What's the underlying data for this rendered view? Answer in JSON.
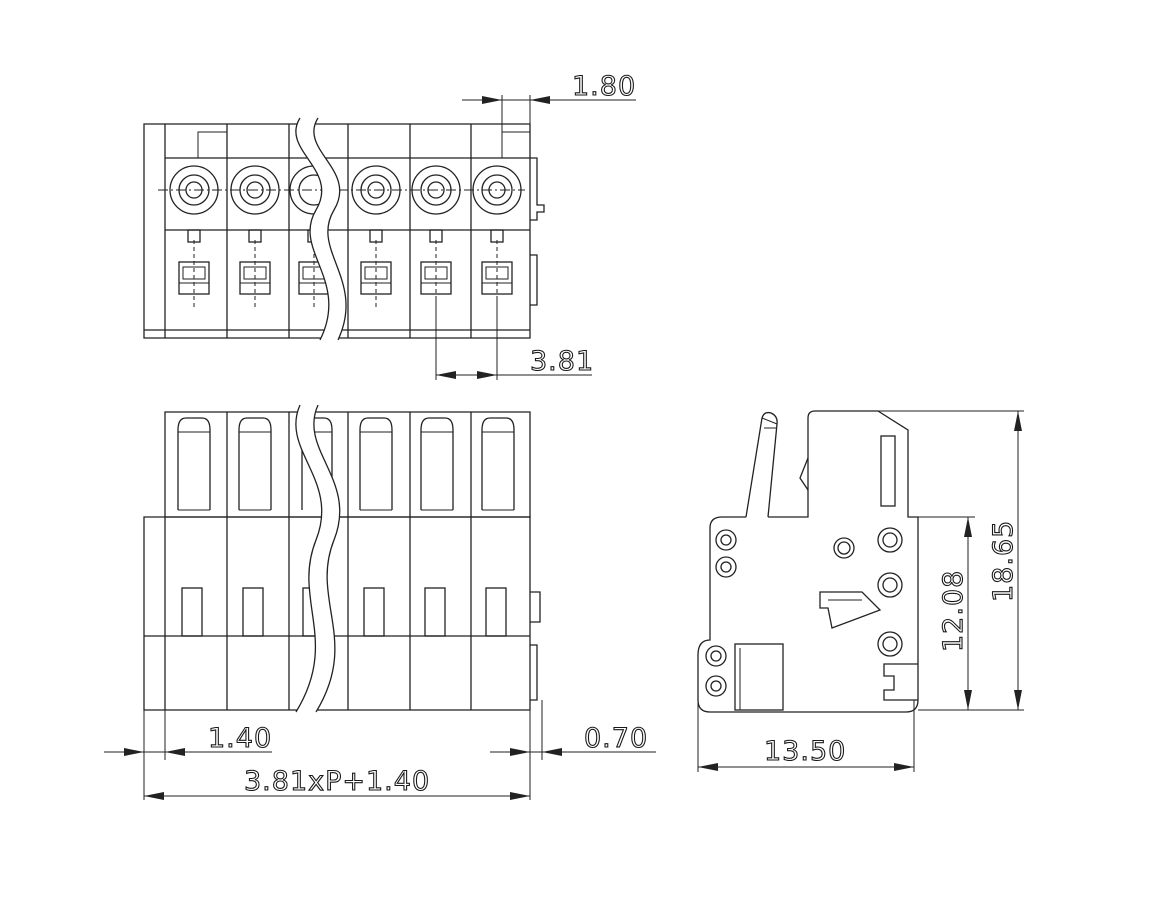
{
  "drawing": {
    "dimensions": {
      "top_offset": "1.80",
      "pitch": "3.81",
      "left_margin": "1.40",
      "right_margin": "0.70",
      "overall_length": "3.81xP+1.40",
      "side_width": "13.50",
      "lower_height": "12.08",
      "total_height": "18.65"
    }
  }
}
